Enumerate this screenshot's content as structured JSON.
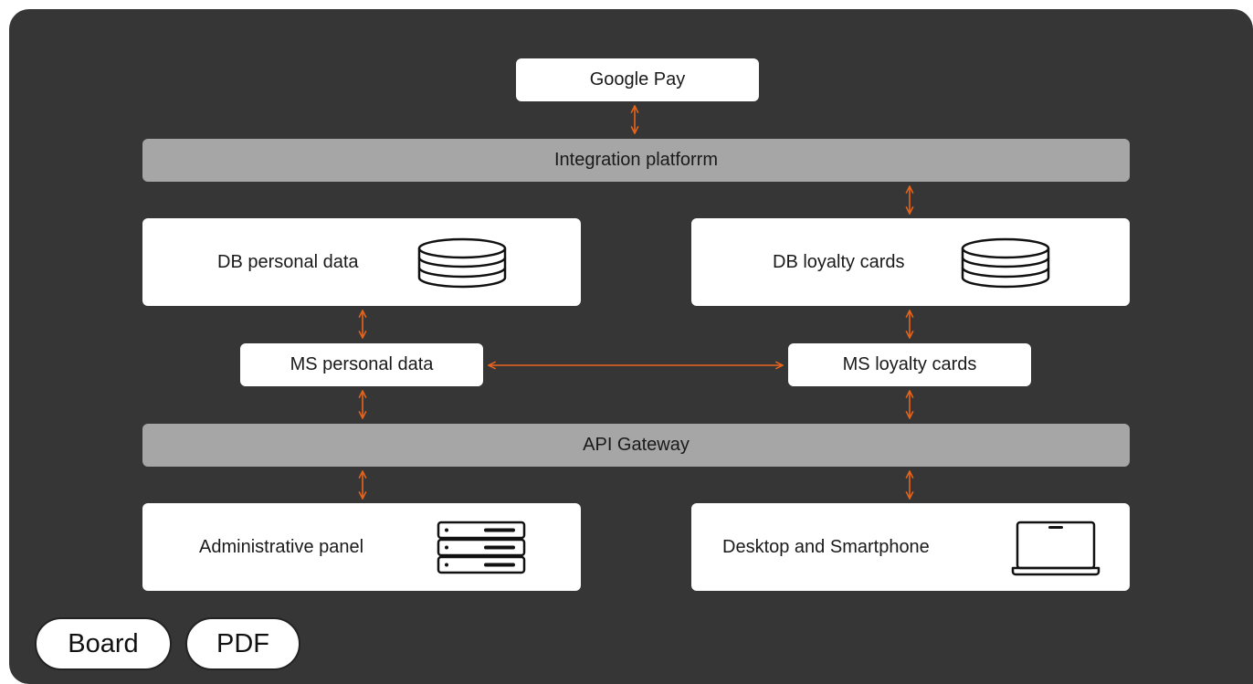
{
  "diagram": {
    "top_node": "Google Pay",
    "integration_bar": "Integration platforrm",
    "db_personal": "DB personal data",
    "db_loyalty": "DB loyalty cards",
    "ms_personal": "MS personal data",
    "ms_loyalty": "MS loyalty cards",
    "api_bar": "API Gateway",
    "admin_panel": "Administrative panel",
    "desktop": "Desktop and Smartphone",
    "arrow_color": "#e8641c",
    "icons": [
      "database-icon",
      "database-icon",
      "server-rack-icon",
      "laptop-icon"
    ]
  },
  "buttons": {
    "board": "Board",
    "pdf": "PDF"
  }
}
